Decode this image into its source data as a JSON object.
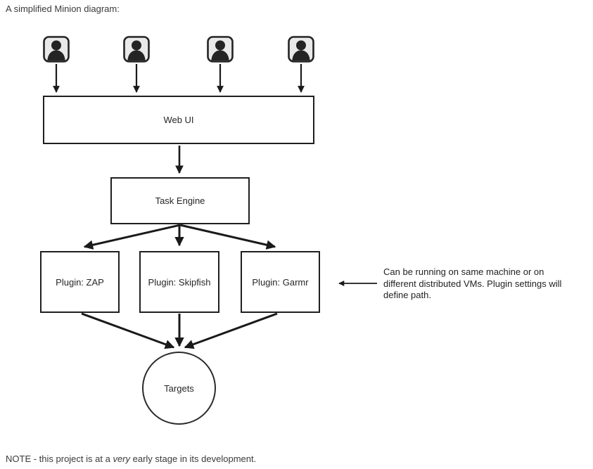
{
  "page": {
    "title": "A simplified Minion diagram:",
    "note": {
      "prefix": "NOTE - this project is at a ",
      "italic": "very",
      "suffix": " early stage in its development."
    }
  },
  "diagram": {
    "nodes": {
      "web_ui": "Web UI",
      "task_engine": "Task Engine",
      "plugin_zap": "Plugin: ZAP",
      "plugin_skipfish": "Plugin: Skipfish",
      "plugin_garmr": "Plugin: Garmr",
      "targets": "Targets"
    },
    "users": {
      "icon": "user-icon",
      "count": 4
    },
    "annotation": {
      "lines": [
        "Can be running on same machine or on",
        "different distributed VMs. Plugin settings will",
        "define path."
      ]
    },
    "colors": {
      "stroke": "#1a1a1a",
      "icon_fill": "#e9e9e9",
      "box_background": "#ffffff",
      "text": "#262626"
    }
  }
}
